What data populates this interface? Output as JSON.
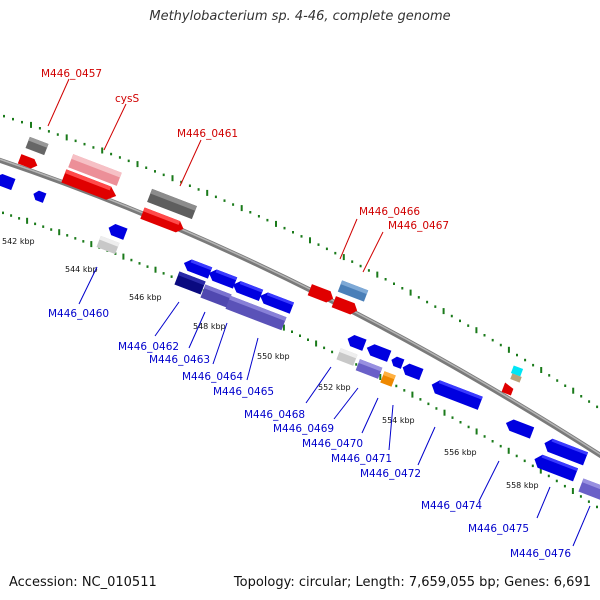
{
  "title": "Methylobacterium sp. 4-46, complete genome",
  "footer": {
    "accession": "Accession: NC_010511",
    "summary": "Topology: circular; Length: 7,659,055 bp; Genes: 6,691"
  },
  "colors": {
    "forward_label": "#d00000",
    "reverse_label": "#0000cc",
    "backbone": "#888888",
    "tick": "#1a7a1a"
  },
  "scale_labels": [
    "542 kbp",
    "544 kbp",
    "546 kbp",
    "548 kbp",
    "550 kbp",
    "552 kbp",
    "554 kbp",
    "556 kbp",
    "558 kbp"
  ],
  "forward_genes": [
    "M446_0457",
    "cysS",
    "M446_0461",
    "M446_0466",
    "M446_0467"
  ],
  "reverse_genes": [
    "M446_0460",
    "M446_0462",
    "M446_0463",
    "M446_0464",
    "M446_0465",
    "M446_0468",
    "M446_0469",
    "M446_0470",
    "M446_0471",
    "M446_0472",
    "M446_0474",
    "M446_0475",
    "M446_0476"
  ]
}
